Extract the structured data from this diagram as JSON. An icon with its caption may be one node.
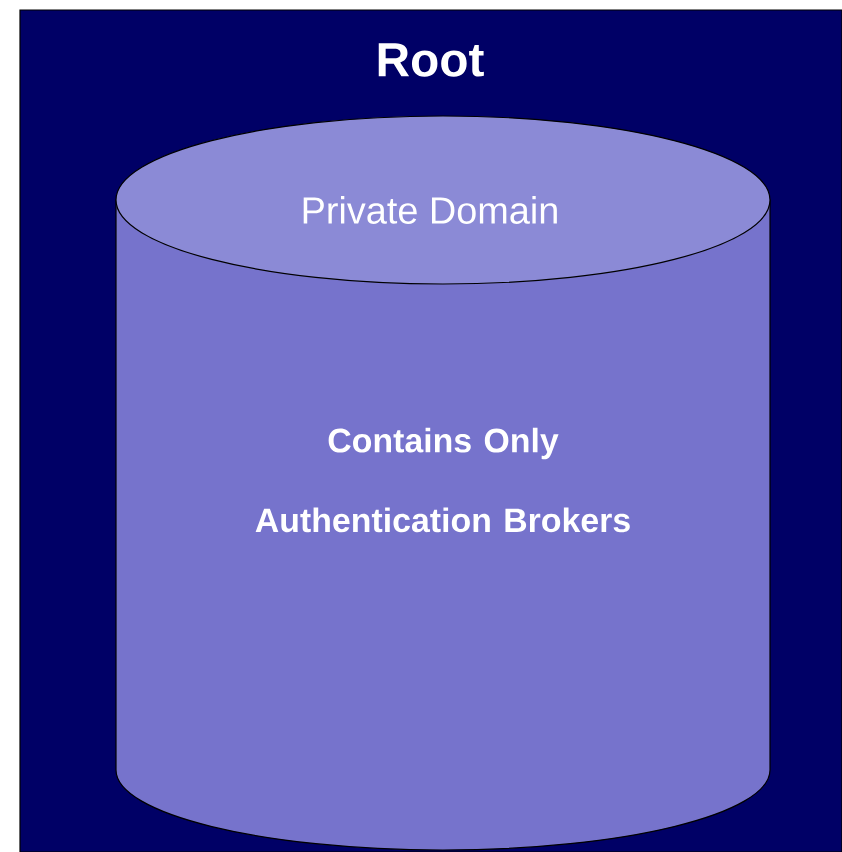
{
  "diagram": {
    "nodes": [
      {
        "text": [
          "Root"
        ]
      },
      {
        "text": [
          "Private Domain",
          "Contains Only Authentication Brokers"
        ],
        "in": 0
      }
    ]
  }
}
